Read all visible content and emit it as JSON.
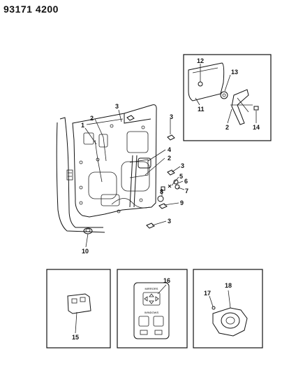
{
  "header": {
    "code": "93171  4200"
  },
  "callouts": {
    "c1": "1",
    "c2": "2",
    "c3": "3",
    "c4": "4",
    "c5": "5",
    "c6": "6",
    "c7": "7",
    "c8": "8",
    "c9": "9",
    "c10": "10",
    "c11": "11",
    "c12": "12",
    "c13": "13",
    "c14": "14",
    "c15": "15",
    "c16": "16",
    "c17": "17",
    "c18": "18"
  },
  "switch_panel": {
    "top_label": "MIRRORS",
    "bottom_label": "WINDOWS"
  }
}
